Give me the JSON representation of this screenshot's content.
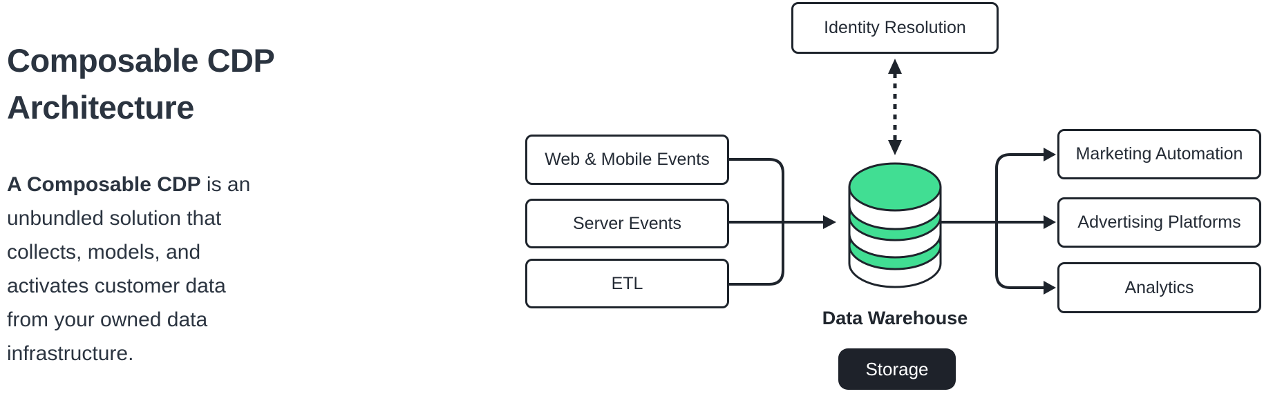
{
  "left_panel": {
    "title_lines": [
      "Composable CDP",
      "Architecture"
    ],
    "paragraph": {
      "bold": "A Composable CDP",
      "line1_rest": " is an",
      "lines": [
        "unbundled solution that",
        "collects, models, and",
        "activates customer data",
        "from your owned data",
        "infrastructure."
      ]
    }
  },
  "diagram": {
    "identity_box_label": "Identity Resolution",
    "source_boxes": [
      "Web & Mobile Events",
      "Server Events",
      "ETL"
    ],
    "warehouse_label": "Data Warehouse",
    "storage_label": "Storage",
    "destination_boxes": [
      "Marketing Automation",
      "Advertising Platforms",
      "Analytics"
    ],
    "colors": {
      "accent_green": "#41de93",
      "line_dark": "#1e242c",
      "text_dark": "#2b3440",
      "box_background": "#ffffff",
      "storage_background": "#1e222a",
      "storage_text": "#ffffff"
    }
  }
}
